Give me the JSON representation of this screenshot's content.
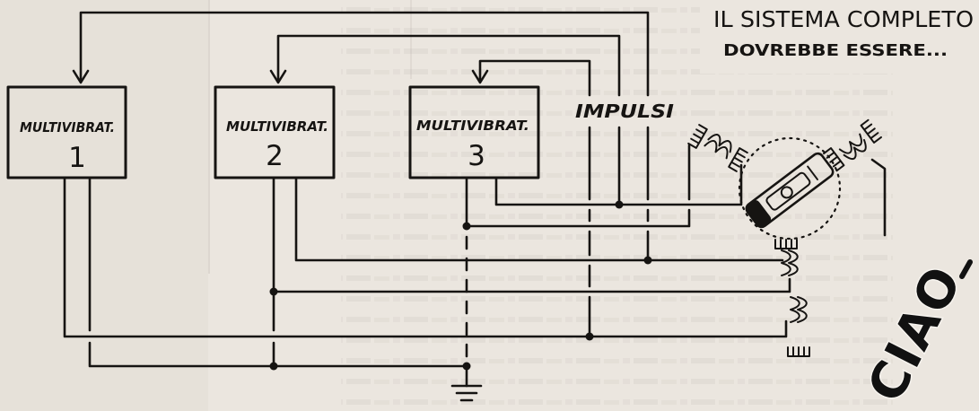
{
  "header": {
    "line1": "IL SISTEMA COMPLETO",
    "line2": "DOVREBBE ESSERE..."
  },
  "blocks": [
    {
      "label": "MULTIVIBRAT.",
      "number": "1"
    },
    {
      "label": "MULTIVIBRAT.",
      "number": "2"
    },
    {
      "label": "MULTIVIBRAT.",
      "number": "3"
    }
  ],
  "impulses_label": "IMPULSI",
  "signoff": "CIAO",
  "colors": {
    "ink": "#161412",
    "paper": "#ebe6df"
  }
}
